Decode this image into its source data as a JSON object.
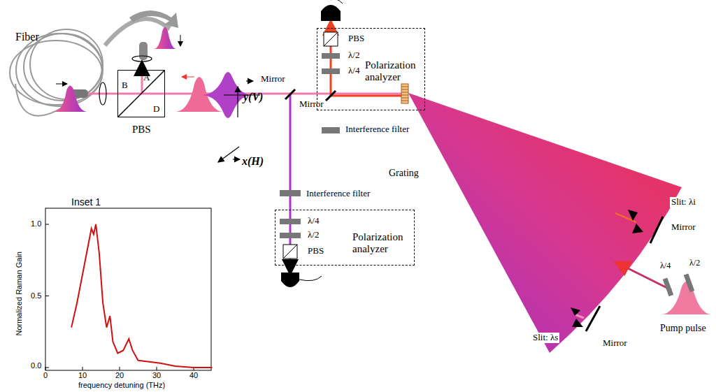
{
  "diagram": {
    "nodes": [
      {
        "text": [
          "A",
          "B",
          "D",
          "PBS"
        ]
      },
      {
        "text": [
          "Polarization analyzer"
        ]
      },
      {
        "text": [
          "Polarization analyzer"
        ]
      }
    ],
    "labels": [
      "Fiber",
      "y(V)",
      "x(H)",
      "Mirror",
      "Mirror",
      "Interference filter",
      "PBS",
      "λ/2",
      "λ/4",
      "Interference filter",
      "λ/4",
      "λ/2",
      "PBS",
      "Grating",
      "Slit: λi",
      "Mirror",
      "λ/4",
      "λ/2",
      "Pump pulse",
      "Slit: λs",
      "Mirror",
      "Inset 1",
      "1.0",
      "0.5",
      "0.0",
      "0",
      "10",
      "20",
      "30",
      "40",
      "Normalized Raman Gain",
      "frequency detuning (THz)"
    ]
  }
}
